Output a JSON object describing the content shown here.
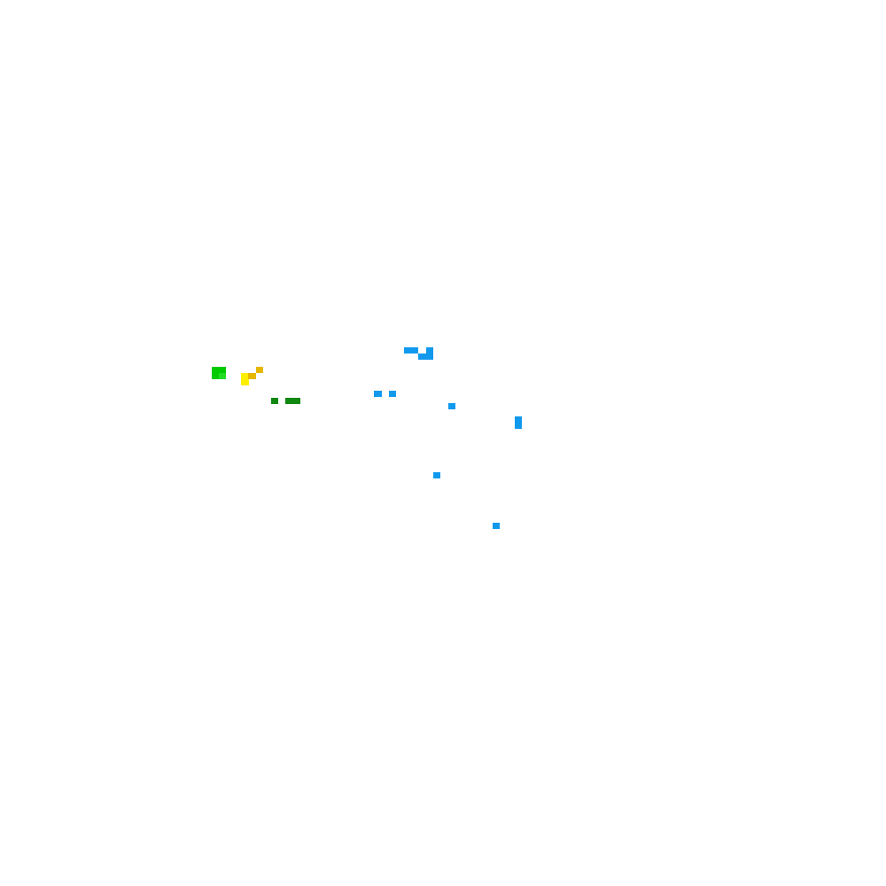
{
  "palette": {
    "background": "#ffffff",
    "green_bright": "#00cc00",
    "green_light": "#22dd22",
    "green_dark": "#118811",
    "yellow": "#ffee00",
    "amber": "#e6b800",
    "blue": "#1199ee"
  },
  "pixels": [
    {
      "name": "pixel-green-1",
      "color": "green_bright"
    },
    {
      "name": "pixel-green-2",
      "color": "green_light"
    },
    {
      "name": "pixel-yellow-1",
      "color": "yellow"
    },
    {
      "name": "pixel-amber-1",
      "color": "amber"
    },
    {
      "name": "pixel-amber-2",
      "color": "amber"
    },
    {
      "name": "pixel-darkgreen-1",
      "color": "green_dark"
    },
    {
      "name": "pixel-darkgreen-2",
      "color": "green_dark"
    },
    {
      "name": "pixel-blue-1",
      "color": "blue"
    },
    {
      "name": "pixel-blue-2",
      "color": "blue"
    },
    {
      "name": "pixel-blue-3",
      "color": "blue"
    },
    {
      "name": "pixel-blue-4",
      "color": "blue"
    },
    {
      "name": "pixel-blue-5",
      "color": "blue"
    },
    {
      "name": "pixel-blue-6",
      "color": "blue"
    },
    {
      "name": "pixel-blue-7",
      "color": "blue"
    },
    {
      "name": "pixel-blue-8",
      "color": "blue"
    },
    {
      "name": "pixel-blue-9",
      "color": "blue"
    },
    {
      "name": "pixel-blue-10",
      "color": "blue"
    }
  ]
}
